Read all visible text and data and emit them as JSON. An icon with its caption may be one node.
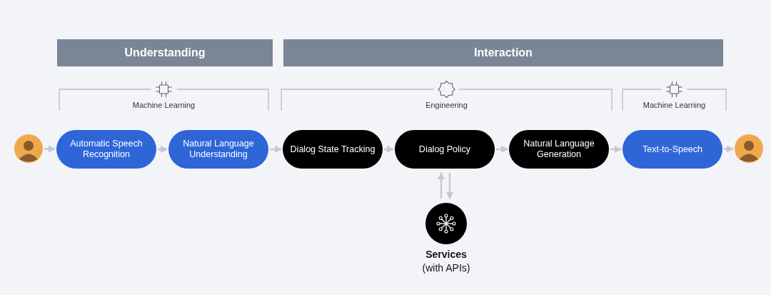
{
  "diagram": {
    "nodes": [
      {
        "text": [
          "Understanding"
        ]
      },
      {
        "text": [
          "Interaction"
        ]
      },
      {
        "text": [],
        "shape": "person"
      },
      {
        "text": [
          "Automatic Speech Recognition"
        ]
      },
      {
        "text": [
          "Natural Language Understanding"
        ]
      },
      {
        "text": [
          "Dialog State Tracking"
        ]
      },
      {
        "text": [
          "Dialog Policy"
        ]
      },
      {
        "text": [
          "Natural Language Generation"
        ]
      },
      {
        "text": [
          "Text-to-Speech"
        ]
      },
      {
        "text": [],
        "shape": "person"
      },
      {
        "text": [
          "Services",
          "(with APIs)"
        ]
      }
    ],
    "edges": [
      {
        "from": 2,
        "to": 3,
        "arrow": "to"
      },
      {
        "from": 3,
        "to": 4,
        "arrow": "to"
      },
      {
        "from": 4,
        "to": 5,
        "arrow": "to"
      },
      {
        "from": 5,
        "to": 6,
        "arrow": "to"
      },
      {
        "from": 6,
        "to": 7,
        "arrow": "to"
      },
      {
        "from": 7,
        "to": 8,
        "arrow": "to"
      },
      {
        "from": 8,
        "to": 9,
        "arrow": "to"
      },
      {
        "from": 10,
        "to": 6,
        "arrow": "to"
      },
      {
        "from": 6,
        "to": 10,
        "arrow": "to"
      }
    ],
    "labels": [
      "Machine Learning",
      "Engineering",
      "Machine Learning"
    ]
  }
}
